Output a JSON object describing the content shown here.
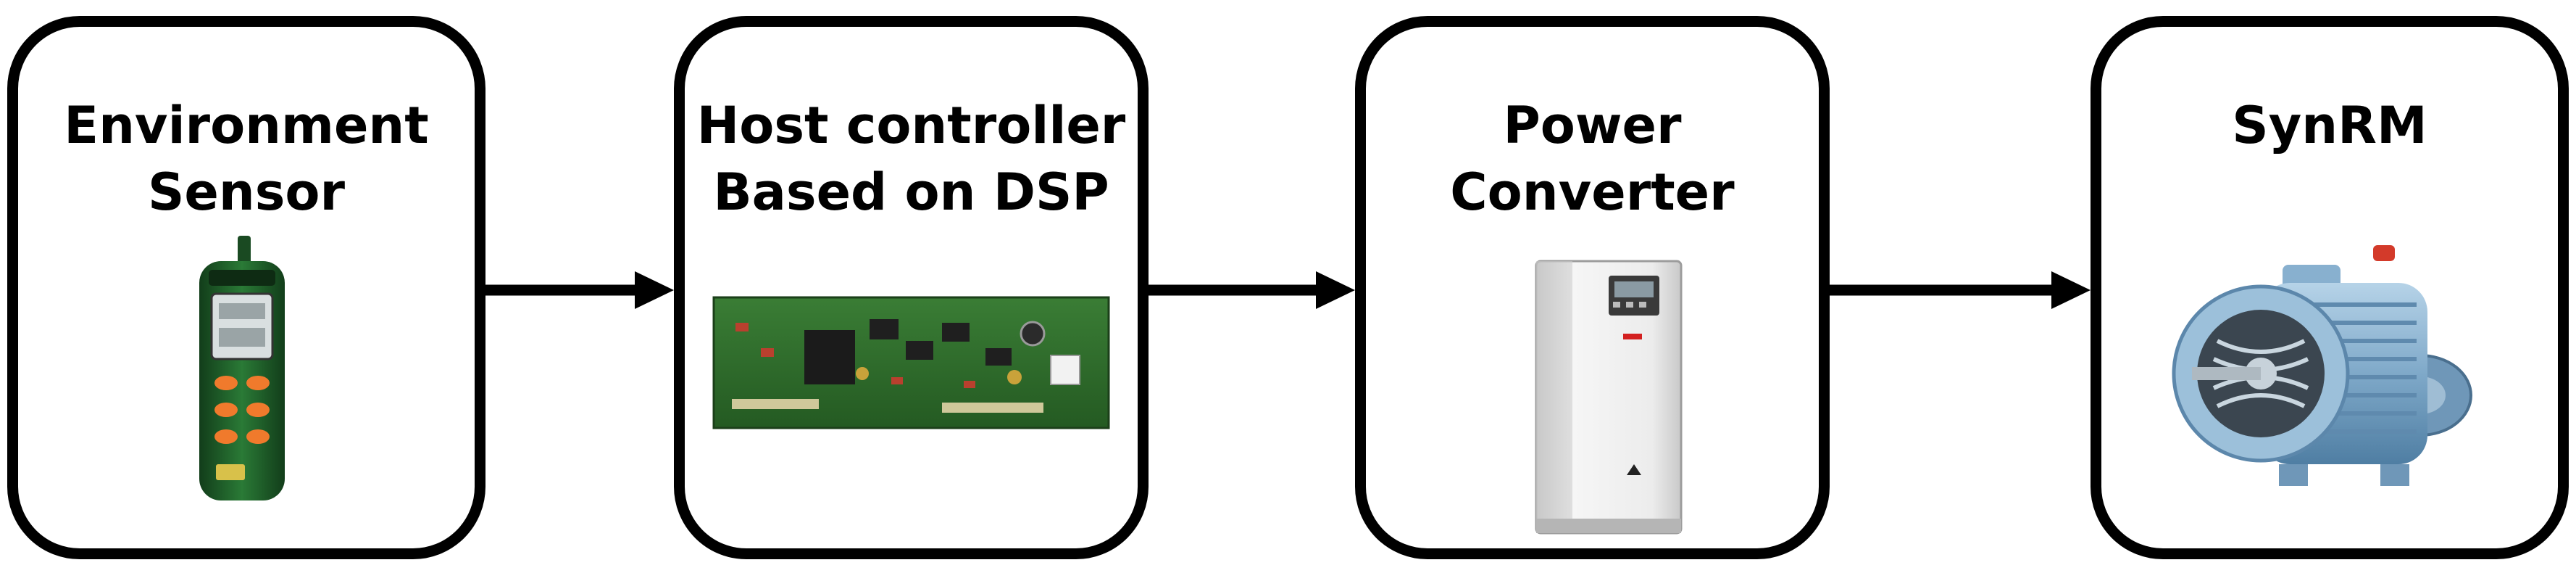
{
  "blocks": [
    {
      "line1": "Environment",
      "line2": "Sensor",
      "image": "handheld-environment-sensor"
    },
    {
      "line1": "Host controller",
      "line2": "Based on DSP",
      "image": "dsp-circuit-board"
    },
    {
      "line1": "Power",
      "line2": "Converter",
      "image": "power-converter-drive-cabinet"
    },
    {
      "line1": "SynRM",
      "line2": "",
      "image": "synchronous-reluctance-motor"
    }
  ],
  "connectors": [
    {
      "from": "Environment Sensor",
      "to": "Host controller Based on DSP",
      "style": "arrow"
    },
    {
      "from": "Host controller Based on DSP",
      "to": "Power Converter",
      "style": "arrow"
    },
    {
      "from": "Power Converter",
      "to": "SynRM",
      "style": "arrow"
    }
  ],
  "colors": {
    "stroke": "#000000",
    "background": "#ffffff",
    "sensor_body": "#1f5e2a",
    "sensor_buttons": "#f07a2c",
    "pcb": "#2f6e2f",
    "drive_body": "#e9e9e9",
    "drive_accent": "#d32020",
    "motor_blue": "#8ab4d4"
  }
}
